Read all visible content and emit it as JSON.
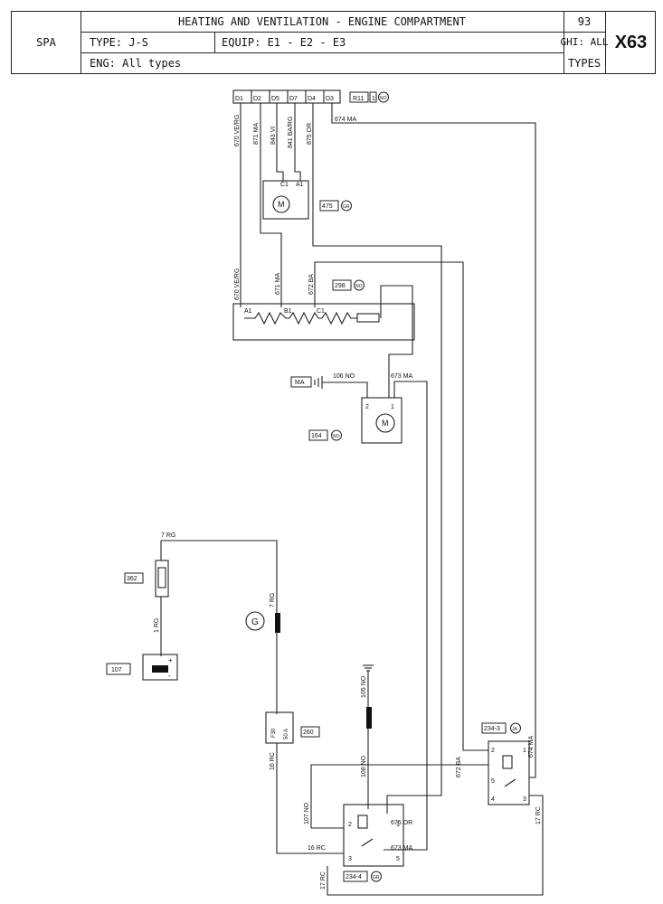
{
  "header": {
    "title": "HEATING AND VENTILATION - ENGINE COMPARTMENT",
    "code": "SPA",
    "type": "TYPE: J-S",
    "equip": "EQUIP: E1 - E2 - E3",
    "year": "93",
    "ghi": "GHI: ALL",
    "types": "TYPES",
    "eng": "ENG:  All types",
    "sheet": "X63"
  },
  "connector_top": {
    "pins": [
      "D1",
      "D2",
      "D5",
      "D7",
      "D4",
      "D3"
    ],
    "ref": "R11",
    "ref_sub": "1",
    "color": "NO"
  },
  "wires": [
    {
      "id": "w670a",
      "label": "670 VE/RG"
    },
    {
      "id": "w871a",
      "label": "871 MA"
    },
    {
      "id": "w843",
      "label": "843 VI"
    },
    {
      "id": "w841",
      "label": "841 BA/RG"
    },
    {
      "id": "w875",
      "label": "875 OR"
    },
    {
      "id": "w674a",
      "label": "674 MA"
    },
    {
      "id": "w670b",
      "label": "670 VE/RG"
    },
    {
      "id": "w671",
      "label": "671 MA"
    },
    {
      "id": "w672a",
      "label": "672 BA"
    },
    {
      "id": "w106",
      "label": "106 NO"
    },
    {
      "id": "w673a",
      "label": "673 MA"
    },
    {
      "id": "w7rga",
      "label": "7 RG"
    },
    {
      "id": "w1rg",
      "label": "1 RG"
    },
    {
      "id": "w7rgb",
      "label": "7 RG"
    },
    {
      "id": "w105",
      "label": "105 NO"
    },
    {
      "id": "w16a",
      "label": "16 RC"
    },
    {
      "id": "w108",
      "label": "108 NO"
    },
    {
      "id": "w672b",
      "label": "672 BA"
    },
    {
      "id": "w674b",
      "label": "674 MA"
    },
    {
      "id": "w107",
      "label": "107 NO"
    },
    {
      "id": "w675",
      "label": "675 OR"
    },
    {
      "id": "w16b",
      "label": "16 RC"
    },
    {
      "id": "w673b",
      "label": "673 MA"
    },
    {
      "id": "w17a",
      "label": "17 RC"
    },
    {
      "id": "w17b",
      "label": "17 RC"
    }
  ],
  "components": {
    "motor475": {
      "ref": "475",
      "color": "GR",
      "pin_c1": "C1",
      "pin_a1": "A1",
      "symbol": "M"
    },
    "resistor298": {
      "ref": "298",
      "color": "NO",
      "pin_a1": "A1",
      "pin_b1": "B1",
      "pin_c1": "C1"
    },
    "ground_ma": {
      "label": "MA"
    },
    "motor164": {
      "ref": "164",
      "color": "NO",
      "pin_2": "2",
      "pin_1": "1",
      "symbol": "M"
    },
    "fuse362": {
      "ref": "362"
    },
    "alternator": {
      "symbol": "G"
    },
    "battery107": {
      "ref": "107",
      "plus": "+",
      "minus": "-"
    },
    "fuse260": {
      "ref": "260",
      "text1": "F30",
      "text2": "50 A"
    },
    "relay2343": {
      "ref": "234-3",
      "color": "JA",
      "p1": "1",
      "p2": "2",
      "p3": "3",
      "p4": "4",
      "p5": "5"
    },
    "relay2344": {
      "ref": "234-4",
      "color": "GR",
      "p1": "1",
      "p2": "2",
      "p3": "3",
      "p5": "5"
    }
  }
}
